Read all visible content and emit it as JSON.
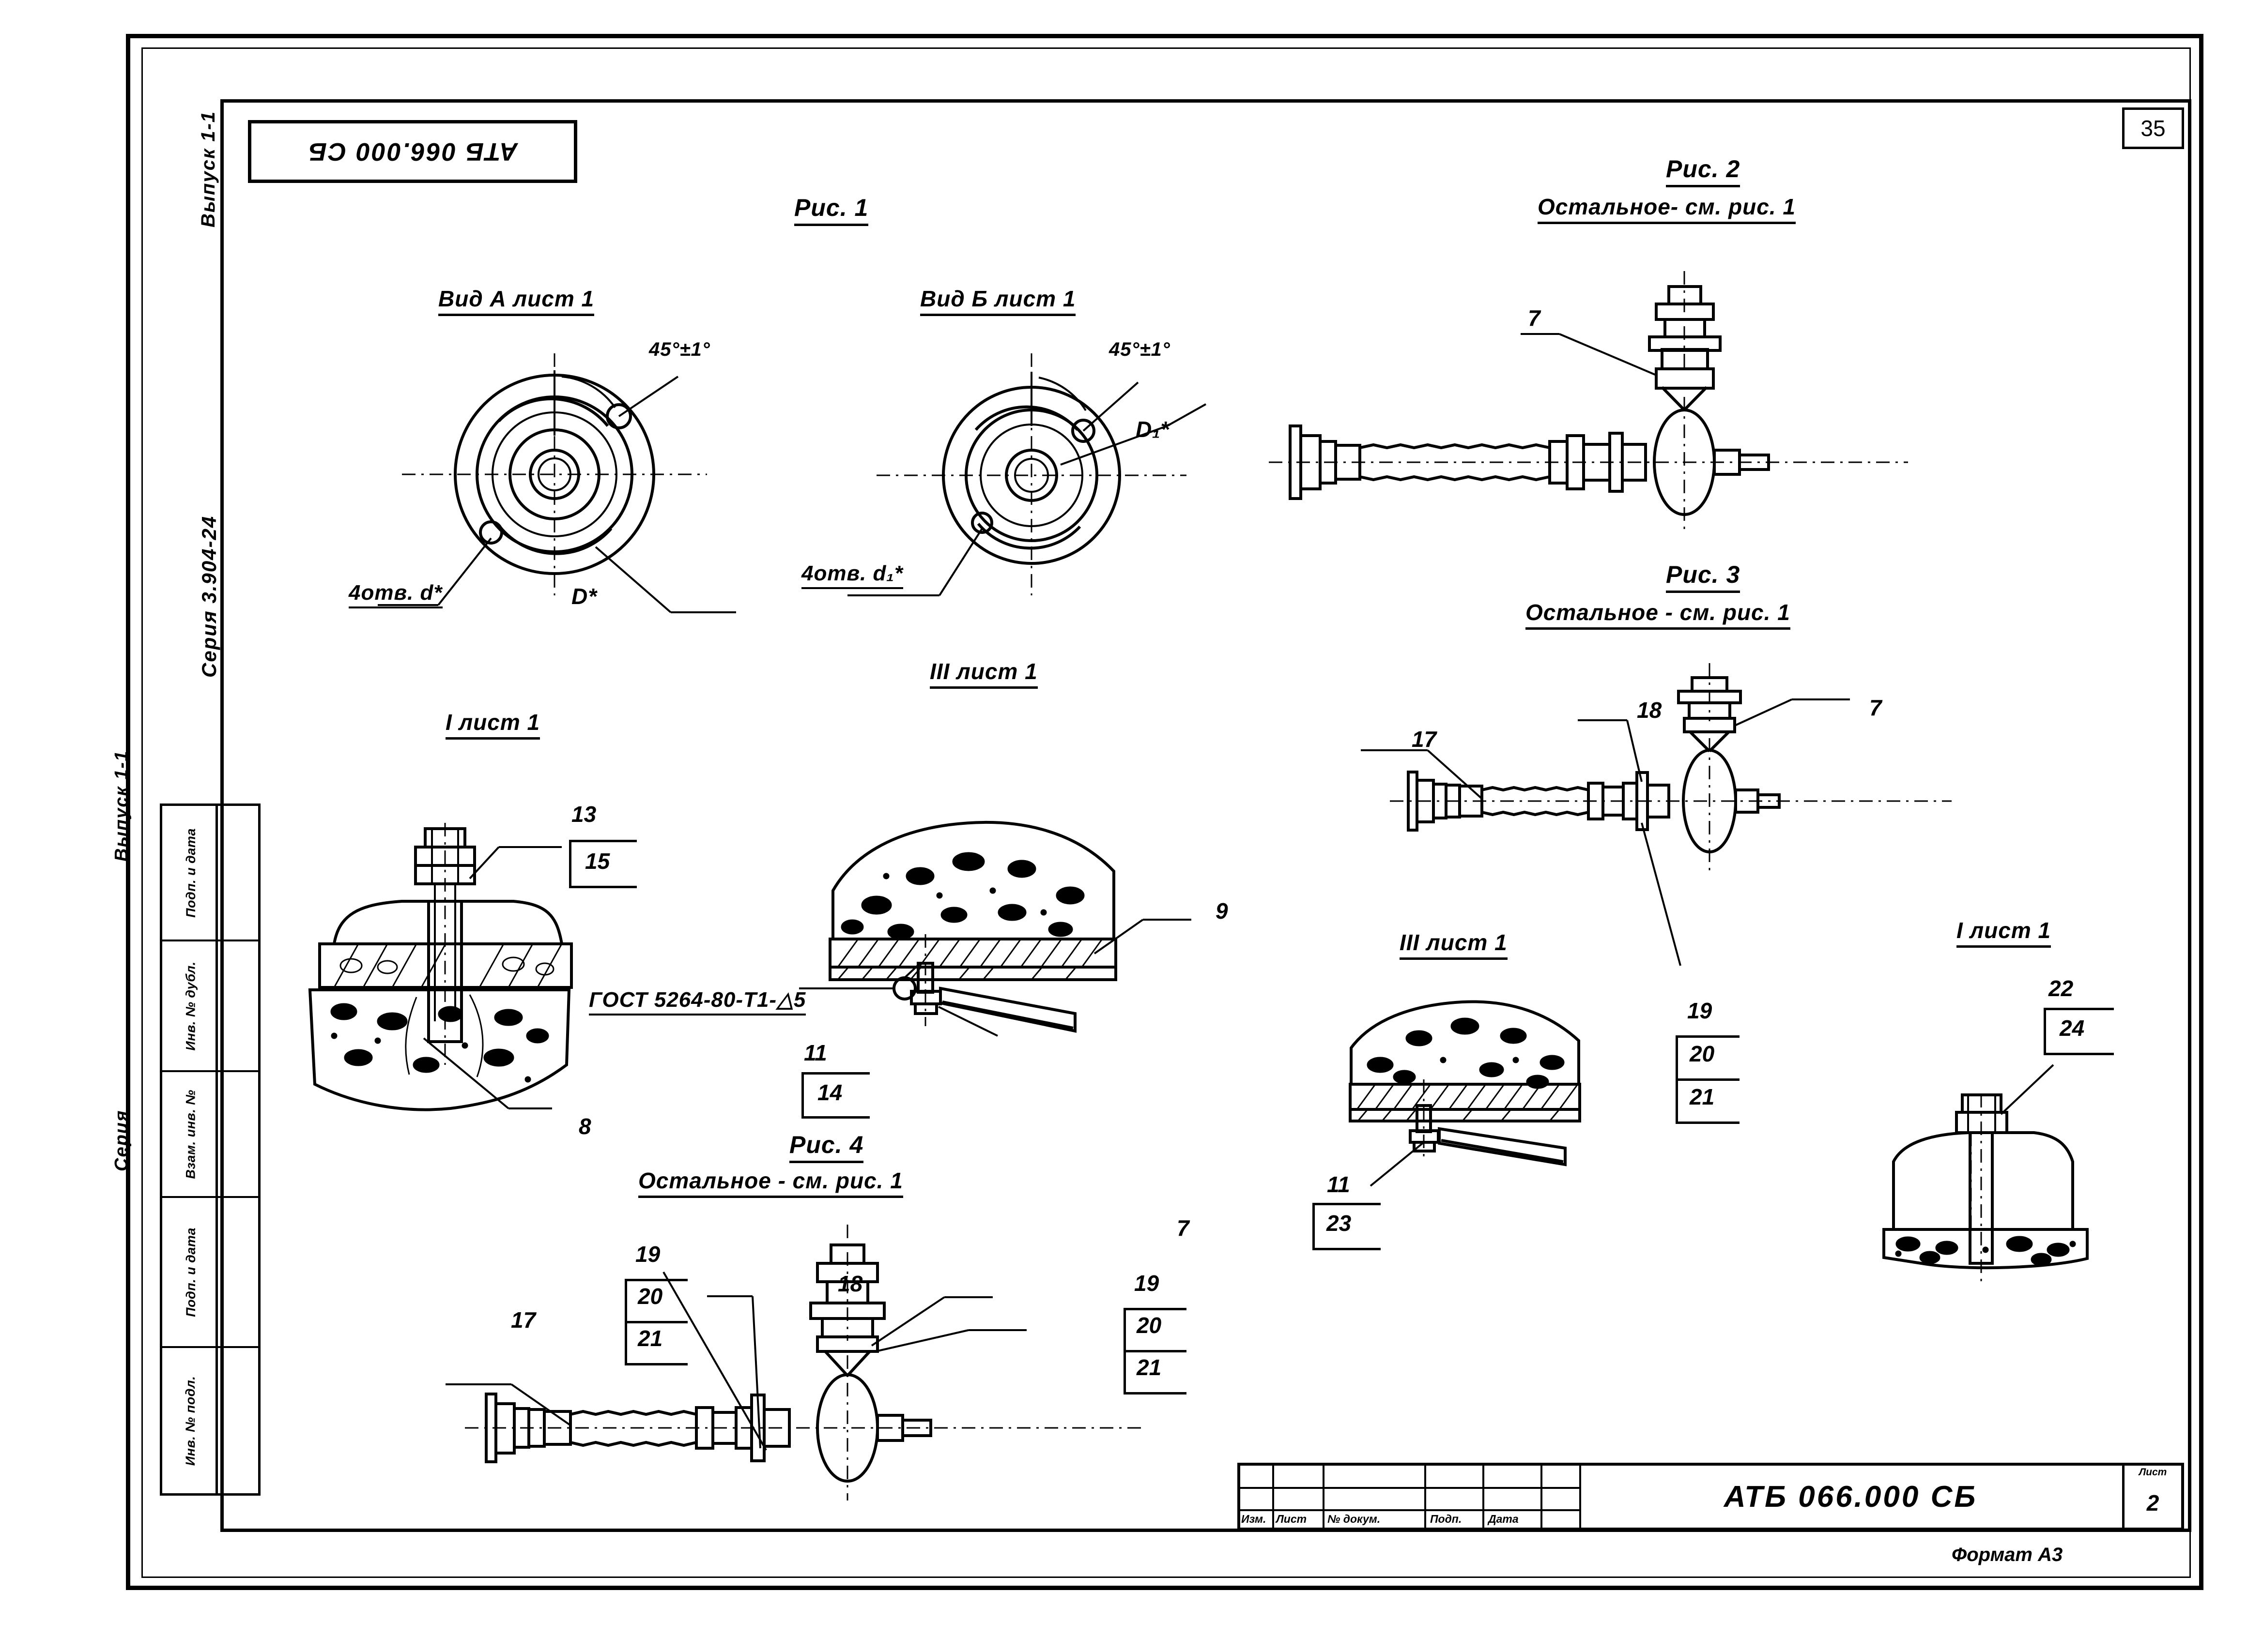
{
  "sheet": {
    "page_number": "35",
    "drawing_code_top": "АТБ 066.000 СБ",
    "format": "Формат А3"
  },
  "margin_labels": {
    "vertical_right_of_code": "Выпуск 1-1",
    "vertical_series_inner": "Серия 3.904-24",
    "vertical_outer_issue": "Выпуск 1-1",
    "vertical_outer_series": "Серия"
  },
  "stamp_column": {
    "cells": [
      {
        "label": "Подп. и дата"
      },
      {
        "label": "Инв. № дубл."
      },
      {
        "label": "Взам. инв. №"
      },
      {
        "label": "Подп. и дата"
      },
      {
        "label": "Инв. № подл."
      }
    ]
  },
  "title_block": {
    "columns": [
      "Изм.",
      "Лист",
      "№ докум.",
      "Подп.",
      "Дата"
    ],
    "drawing_code": "АТБ 066.000 СБ",
    "sheet_label": "Лист",
    "sheet_number": "2"
  },
  "figures": [
    {
      "id": "fig1",
      "title": "Рис. 1",
      "subtitle": "",
      "views": [
        {
          "id": "view-a",
          "heading": "Вид А   лист 1",
          "annotations": [
            {
              "id": "angle",
              "text": "45°±1°"
            },
            {
              "id": "holes",
              "text": "4отв. d*"
            },
            {
              "id": "diameter",
              "text": "D*"
            }
          ]
        },
        {
          "id": "view-b",
          "heading": "Вид Б   лист 1",
          "annotations": [
            {
              "id": "angle",
              "text": "45°±1°"
            },
            {
              "id": "holes",
              "text": "4отв. d₁*"
            },
            {
              "id": "diameter",
              "text": "D₁*"
            }
          ]
        }
      ]
    },
    {
      "id": "fig2",
      "title": "Рис. 2",
      "subtitle": "Остальное- см. рис. 1",
      "callouts": [
        "7"
      ]
    },
    {
      "id": "fig3",
      "title": "Рис. 3",
      "subtitle": "Остальное - см. рис. 1",
      "callouts": [
        "17",
        "18",
        "7",
        "19",
        "20",
        "21"
      ]
    },
    {
      "id": "fig4",
      "title": "Рис. 4",
      "subtitle": "Остальное - см. рис. 1",
      "callouts": [
        "17",
        "19",
        "20",
        "21",
        "18",
        "7",
        "19",
        "20",
        "21"
      ]
    }
  ],
  "details": [
    {
      "id": "detail-I-left",
      "heading": "I лист 1",
      "callouts": [
        "13",
        "15",
        "8"
      ]
    },
    {
      "id": "detail-III-center",
      "heading": "III лист 1",
      "callouts": [
        "9",
        "11",
        "14"
      ],
      "weld_note": "ГОСТ 5264-80-Т1-△5"
    },
    {
      "id": "detail-III-right",
      "heading": "III лист 1",
      "callouts": [
        "11",
        "23"
      ]
    },
    {
      "id": "detail-I-right",
      "heading": "I лист 1",
      "callouts": [
        "22",
        "24"
      ]
    }
  ],
  "callout_values": {
    "n7": "7",
    "n8": "8",
    "n9": "9",
    "n11": "11",
    "n13": "13",
    "n14": "14",
    "n15": "15",
    "n17": "17",
    "n18": "18",
    "n19": "19",
    "n20": "20",
    "n21": "21",
    "n22": "22",
    "n23": "23",
    "n24": "24"
  },
  "colors": {
    "ink": "#000000",
    "paper": "#ffffff"
  }
}
